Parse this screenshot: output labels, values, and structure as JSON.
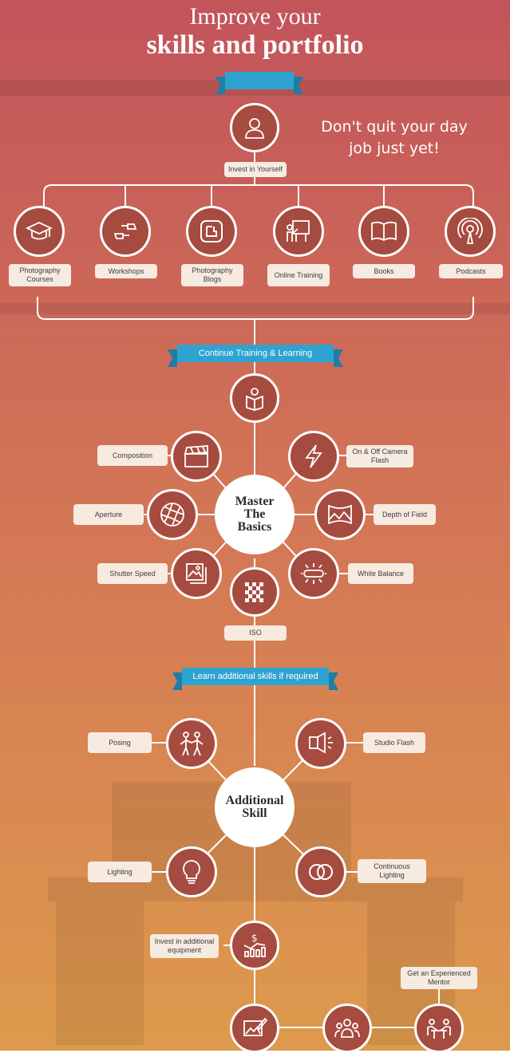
{
  "colors": {
    "accent": "#2fa3d0",
    "node": "#a64b40",
    "top": "#c2545b",
    "bottom": "#dd9a4c"
  },
  "title": {
    "line1": "Improve your",
    "line2": "skills and portfolio"
  },
  "tagline": [
    "Don't quit your day",
    "job just yet!"
  ],
  "invest": {
    "label": "Invest in Yourself",
    "icon": "person-icon"
  },
  "resources": [
    {
      "label": "Photography Courses",
      "icon": "graduation-cap-icon"
    },
    {
      "label": "Workshops",
      "icon": "hands-icon"
    },
    {
      "label": "Photography Blogs",
      "icon": "blog-icon"
    },
    {
      "label": "Online Training",
      "icon": "presentation-icon"
    },
    {
      "label": "Books",
      "icon": "book-icon"
    },
    {
      "label": "Podcasts",
      "icon": "podcast-icon"
    }
  ],
  "ribbons": {
    "training": "Continue Training & Learning",
    "additional": "Learn additional skills if required"
  },
  "basics": {
    "center": [
      "Master",
      "The",
      "Basics"
    ],
    "reading_icon": "reading-icon",
    "items": [
      {
        "label": "Composition",
        "icon": "clapperboard-icon"
      },
      {
        "label": "On & Off Camera Flash",
        "icon": "flash-icon"
      },
      {
        "label": "Aperture",
        "icon": "aperture-icon"
      },
      {
        "label": "Depth of Field",
        "icon": "landscape-icon"
      },
      {
        "label": "Shutter Speed",
        "icon": "photos-icon"
      },
      {
        "label": "White Balance",
        "icon": "lamp-icon"
      },
      {
        "label": "ISO",
        "icon": "grid-icon"
      }
    ]
  },
  "additional": {
    "center": [
      "Additional",
      "Skill"
    ],
    "items": [
      {
        "label": "Posing",
        "icon": "people-icon"
      },
      {
        "label": "Studio Flash",
        "icon": "studio-flash-icon"
      },
      {
        "label": "Lighting",
        "icon": "bulb-icon"
      },
      {
        "label": "Continuous Lighting",
        "icon": "circles-icon"
      }
    ]
  },
  "equipment": {
    "label": "Invest in additional equipment",
    "icon": "money-chart-icon"
  },
  "bottom": [
    {
      "icon": "picture-pen-icon"
    },
    {
      "icon": "group-icon"
    },
    {
      "label": "Get an Experienced Mentor",
      "icon": "meeting-icon"
    }
  ]
}
